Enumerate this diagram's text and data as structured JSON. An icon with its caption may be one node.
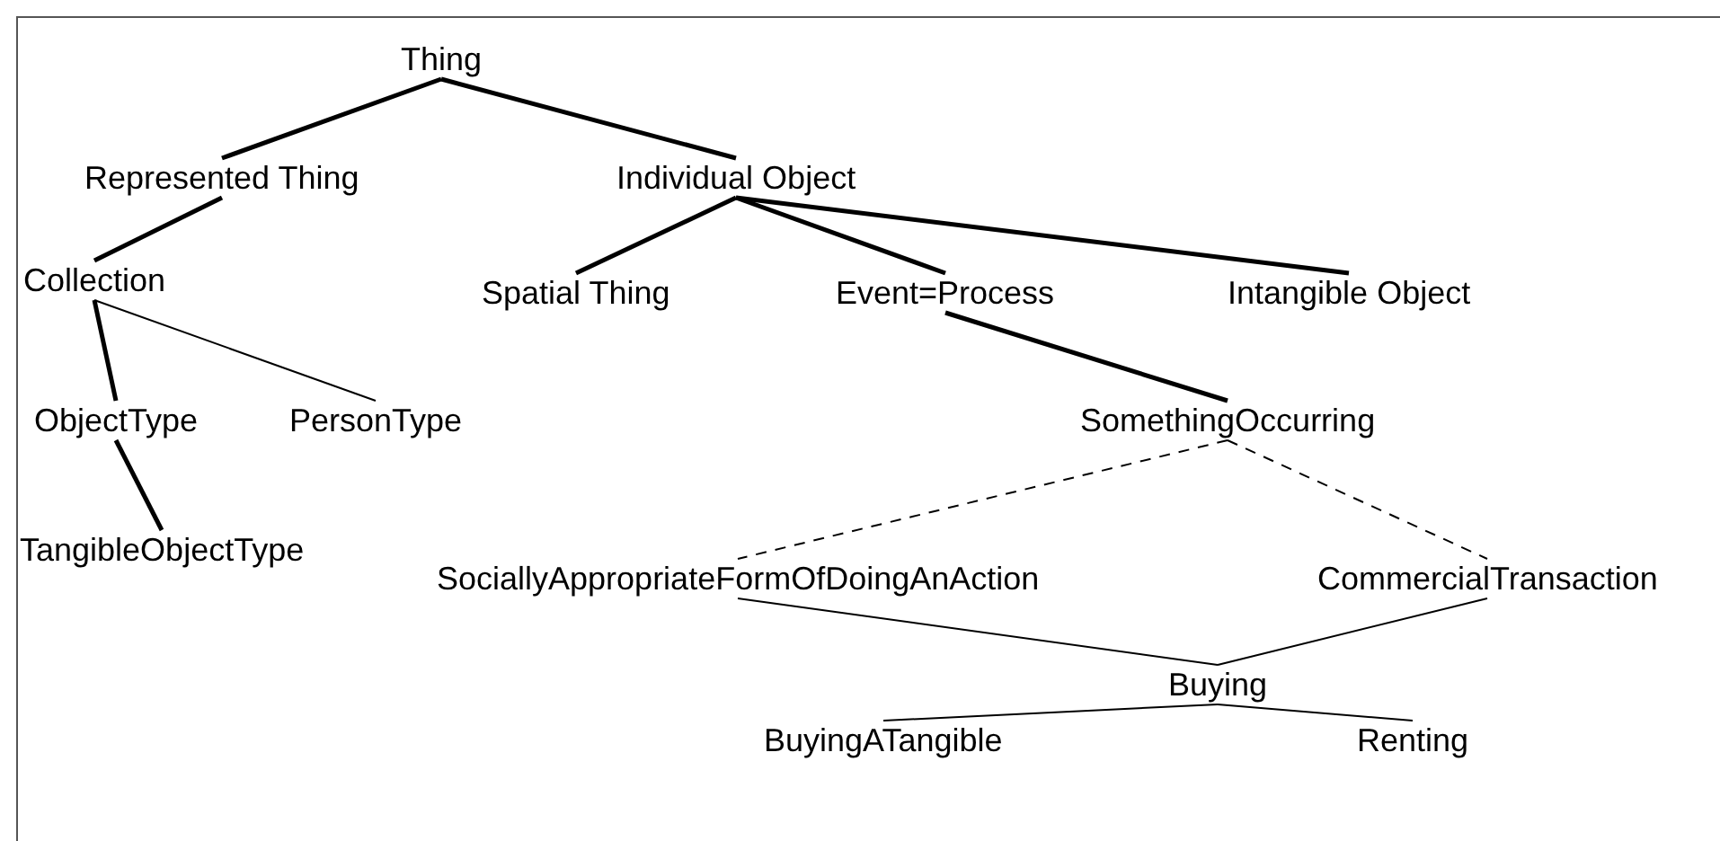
{
  "diagram": {
    "nodes": [
      {
        "text": [
          "Thing"
        ]
      },
      {
        "text": [
          "Represented Thing"
        ]
      },
      {
        "text": [
          "Individual Object"
        ]
      },
      {
        "text": [
          "Collection"
        ]
      },
      {
        "text": [
          "Spatial Thing"
        ]
      },
      {
        "text": [
          "Event=Process"
        ]
      },
      {
        "text": [
          "Intangible Object"
        ]
      },
      {
        "text": [
          "ObjectType"
        ]
      },
      {
        "text": [
          "PersonType"
        ]
      },
      {
        "text": [
          "SomethingOccurring"
        ]
      },
      {
        "text": [
          "TangibleObjectType"
        ]
      },
      {
        "text": [
          "SociallyAppropriateFormOfDoingAnAction"
        ]
      },
      {
        "text": [
          "CommercialTransaction"
        ]
      },
      {
        "text": [
          "Buying"
        ]
      },
      {
        "text": [
          "BuyingATangible"
        ]
      },
      {
        "text": [
          "Renting"
        ]
      }
    ],
    "edges": [
      {
        "from": 0,
        "to": 1,
        "arrow": "none"
      },
      {
        "from": 0,
        "to": 2,
        "arrow": "none"
      },
      {
        "from": 1,
        "to": 3,
        "arrow": "none"
      },
      {
        "from": 3,
        "to": 7,
        "arrow": "none"
      },
      {
        "from": 3,
        "to": 8,
        "arrow": "none"
      },
      {
        "from": 7,
        "to": 10,
        "arrow": "none"
      },
      {
        "from": 2,
        "to": 4,
        "arrow": "none"
      },
      {
        "from": 2,
        "to": 5,
        "arrow": "none"
      },
      {
        "from": 2,
        "to": 6,
        "arrow": "none"
      },
      {
        "from": 5,
        "to": 9,
        "arrow": "none"
      },
      {
        "from": 9,
        "to": 11,
        "arrow": "none",
        "style": "dashed"
      },
      {
        "from": 9,
        "to": 12,
        "arrow": "none",
        "style": "dashed"
      },
      {
        "from": 11,
        "to": 13,
        "arrow": "none"
      },
      {
        "from": 12,
        "to": 13,
        "arrow": "none"
      },
      {
        "from": 13,
        "to": 14,
        "arrow": "none"
      },
      {
        "from": 13,
        "to": 15,
        "arrow": "none"
      }
    ]
  }
}
